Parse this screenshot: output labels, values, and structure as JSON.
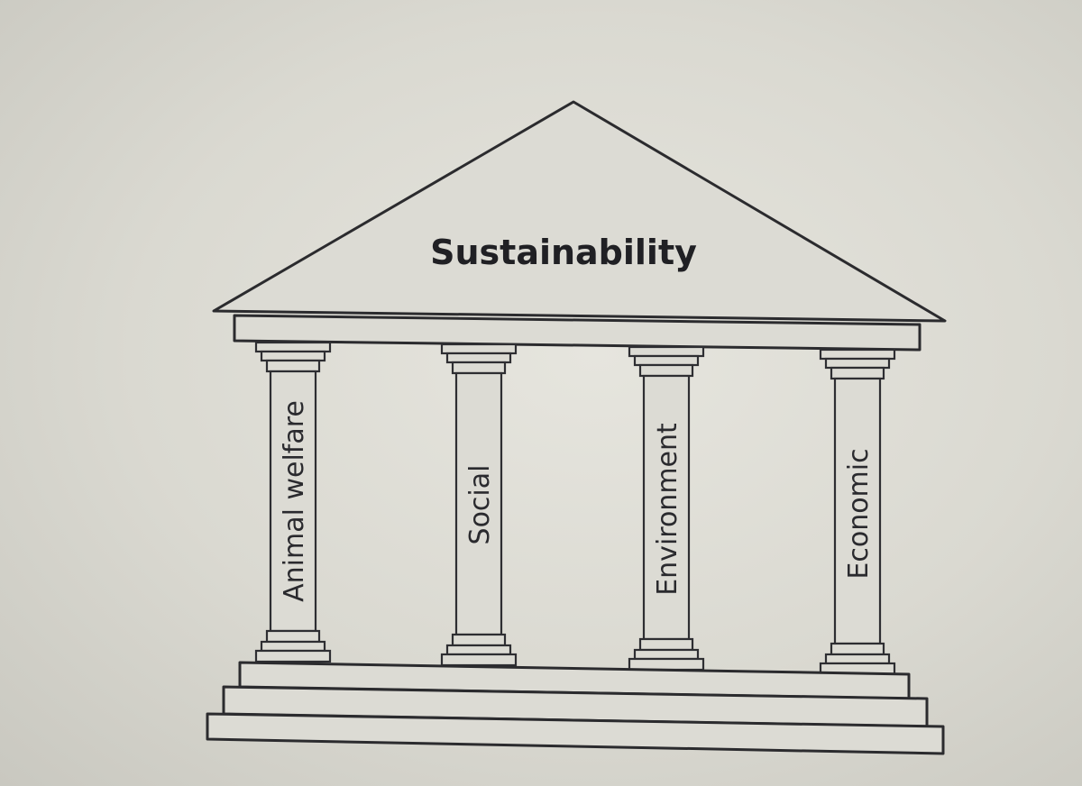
{
  "diagram": {
    "title": "Sustainability",
    "pillars": [
      {
        "label": "Animal welfare"
      },
      {
        "label": "Social"
      },
      {
        "label": "Environment"
      },
      {
        "label": "Economic"
      }
    ]
  }
}
